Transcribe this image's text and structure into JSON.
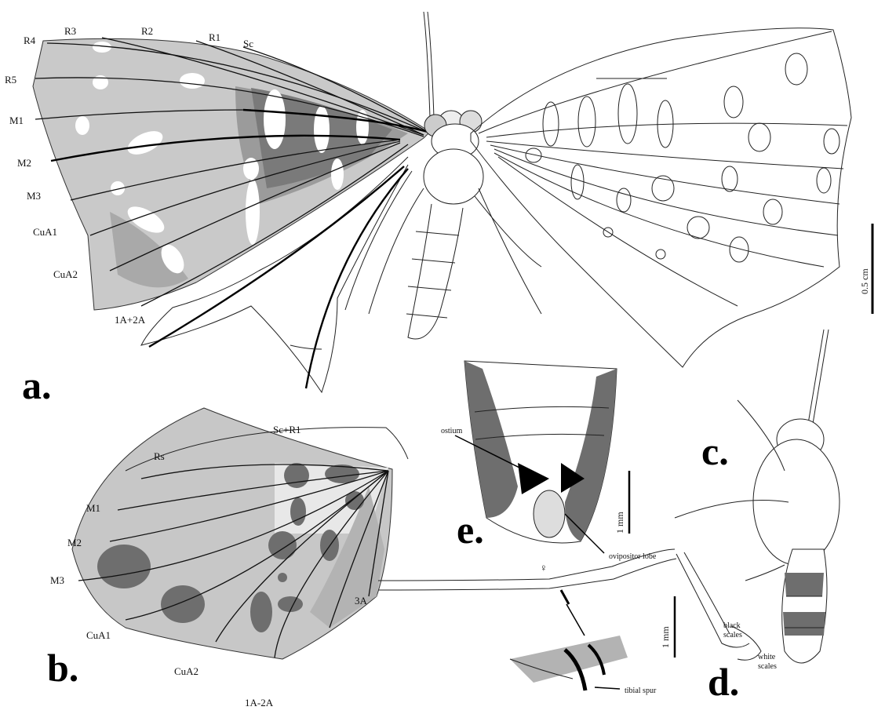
{
  "panels": {
    "a": "a.",
    "b": "b.",
    "c": "c.",
    "d": "d.",
    "e": "e."
  },
  "forewing_veins": {
    "r4": "R4",
    "r3": "R3",
    "r2": "R2",
    "r1": "R1",
    "sc": "Sc",
    "r5": "R5",
    "m1": "M1",
    "m2": "M2",
    "m3": "M3",
    "cua1": "CuA1",
    "cua2": "CuA2",
    "a12": "1A+2A"
  },
  "hindwing_veins": {
    "scr1": "Sc+R1",
    "rs": "Rs",
    "m1": "M1",
    "m2": "M2",
    "m3": "M3",
    "cua1": "CuA1",
    "cua2": "CuA2",
    "a12": "1A-2A",
    "a3": "3A"
  },
  "scale_bars": {
    "a": "0.5 cm",
    "e": "1 mm",
    "d": "1 mm"
  },
  "annotations": {
    "ostium": "ostium",
    "ovipositor_lobe": "ovipositor lobe",
    "female_symbol": "♀",
    "black_scales": [
      "black",
      "scales"
    ],
    "white_scales": [
      "white",
      "scales"
    ],
    "tibial_spur": "tibial spur"
  },
  "colors": {
    "pale": "#c9c9c9",
    "mid": "#9b9b9b",
    "dark": "#6e6e6e",
    "spot": "#ffffff",
    "ink": "#111111"
  }
}
